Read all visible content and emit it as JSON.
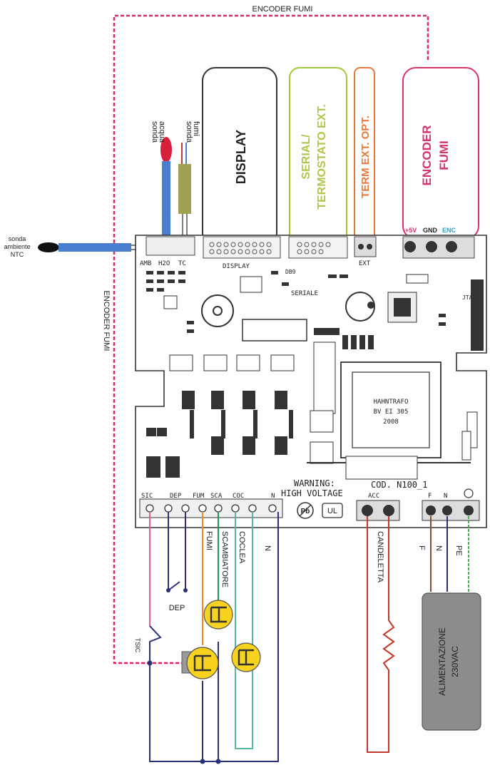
{
  "labels": {
    "encoder_top": "ENCODER FUMI",
    "encoder_side": "ENCODER FUMI",
    "display": "DISPLAY",
    "serial_line1": "SERIAL/",
    "serial_line2": "TERMOSTATO EXT.",
    "term_ext": "TERM EXT. OPT.",
    "encoder_box_line1": "ENCODER",
    "encoder_box_line2": "FUMI",
    "enc_5v": "+5V",
    "enc_gnd": "GND",
    "enc_enc": "ENC",
    "probe_water_1": "sonda",
    "probe_water_2": "acqua",
    "probe_fumes_1": "sonda",
    "probe_fumes_2": "fumi",
    "probe_room_1": "sonda",
    "probe_room_2": "ambiente",
    "probe_room_3": "NTC",
    "amb": "AMB",
    "h2o": "H2O",
    "tc": "TC",
    "board_display": "DISPLAY",
    "board_seriale": "SERIALE",
    "board_ext": "EXT",
    "board_db9": "DB9",
    "board_jtag": "JTAG",
    "trafo_1": "HAHNTRAFO",
    "trafo_2": "BV EI 305",
    "trafo_3": "2008",
    "warning_1": "WARNING:",
    "warning_2": "HIGH VOLTAGE",
    "cod": "COD. N100_1",
    "pb": "Pb",
    "ul": "UL",
    "acc": "ACC",
    "t_sic": "SIC",
    "t_dep": "DEP",
    "t_fum": "FUM",
    "t_sca": "SCA",
    "t_coc": "COC",
    "t_n": "N",
    "t_f": "F",
    "t_n2": "N",
    "w_fumi": "FUMI",
    "w_scambiatore": "SCAMBIATORE",
    "w_coclea": "COCLEA",
    "w_n": "N",
    "w_candeletta": "CANDELETTA",
    "w_f": "F",
    "w_n3": "N",
    "w_pe": "PE",
    "dep": "DEP",
    "tsic": "TSIC",
    "supply_1": "ALIMENTAZIONE",
    "supply_2": "230VAC"
  },
  "colors": {
    "encoder_dash": "#e0245e",
    "display_box": "#333333",
    "serial_box": "#a3c83a",
    "term_box": "#e8783c",
    "encoder_box": "#d6336c",
    "serial_text": "#b5c44a",
    "term_text": "#e8783c",
    "encoder_text": "#d6336c",
    "enc_cyan": "#1aa6d8",
    "wire_pink": "#e0609a",
    "wire_navy": "#2b2f7a",
    "wire_orange": "#ef8a2a",
    "wire_green": "#1f9a55",
    "wire_teal": "#57b5a8",
    "wire_red": "#c0392b",
    "wire_brown": "#8b4a2b",
    "wire_pe": "#4caf50",
    "motor_yellow": "#f7d21e",
    "probe_blue": "#4a7fd0",
    "probe_olive": "#a0a050",
    "probe_red": "#d81f3c",
    "supply_gray": "#8c8c8c"
  }
}
